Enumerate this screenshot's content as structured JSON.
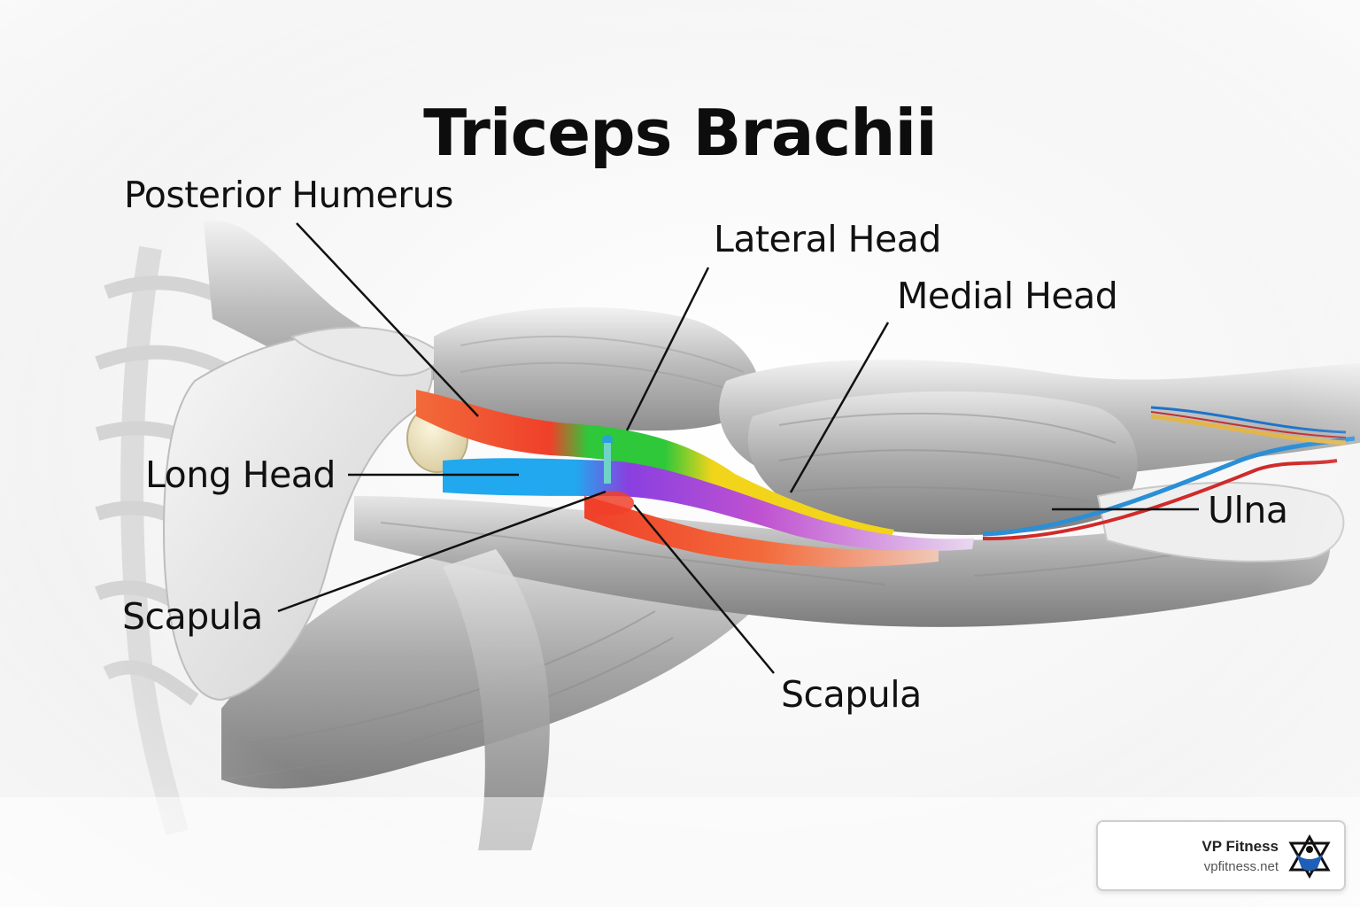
{
  "title": "Triceps Brachii",
  "labels": {
    "posterior_humerus": "Posterior Humerus",
    "lateral_head": "Lateral Head",
    "medial_head": "Medial Head",
    "long_head": "Long Head",
    "scapula_left": "Scapula",
    "scapula_bottom": "Scapula",
    "ulna": "Ulna"
  },
  "brand": {
    "name": "VP Fitness",
    "url": "vpfitness.net"
  },
  "colors": {
    "long_head": "#22a8ee",
    "lateral_head": "#2ec83a",
    "medial_head": "#f2d41a",
    "purple_band": "#a23fd8",
    "red_band": "#f0402a",
    "orange_band": "#f26a3a"
  }
}
